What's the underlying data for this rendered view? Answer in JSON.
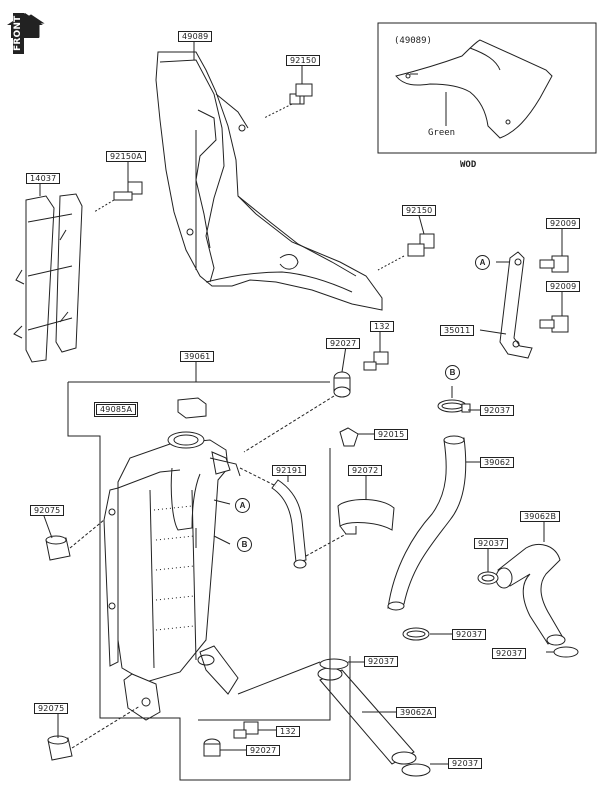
{
  "front_badge": "FRONT",
  "inset": {
    "title": "(49089)",
    "color_label": "Green",
    "caption": "WOD"
  },
  "refs": {
    "a": "A",
    "b": "B"
  },
  "parts": {
    "p49089": "49089",
    "p92150_top": "92150",
    "p92150a": "92150A",
    "p14037": "14037",
    "p92150_mid": "92150",
    "p92009": "92009",
    "p92009b": "92009",
    "p35011": "35011",
    "p132_top": "132",
    "p92027_top": "92027",
    "p39061": "39061",
    "p49085a": "49085A",
    "p92037_b": "92037",
    "p92015": "92015",
    "p39062": "39062",
    "p92191": "92191",
    "p92072": "92072",
    "p92075_top": "92075",
    "p39062b": "39062B",
    "p92037_mid": "92037",
    "p92037_low": "92037",
    "p92037_right": "92037",
    "p92037_hose": "92037",
    "p39062a": "39062A",
    "p92037_bottom": "92037",
    "p92075_bottom": "92075",
    "p132_bottom": "132",
    "p92027_bottom": "92027"
  }
}
